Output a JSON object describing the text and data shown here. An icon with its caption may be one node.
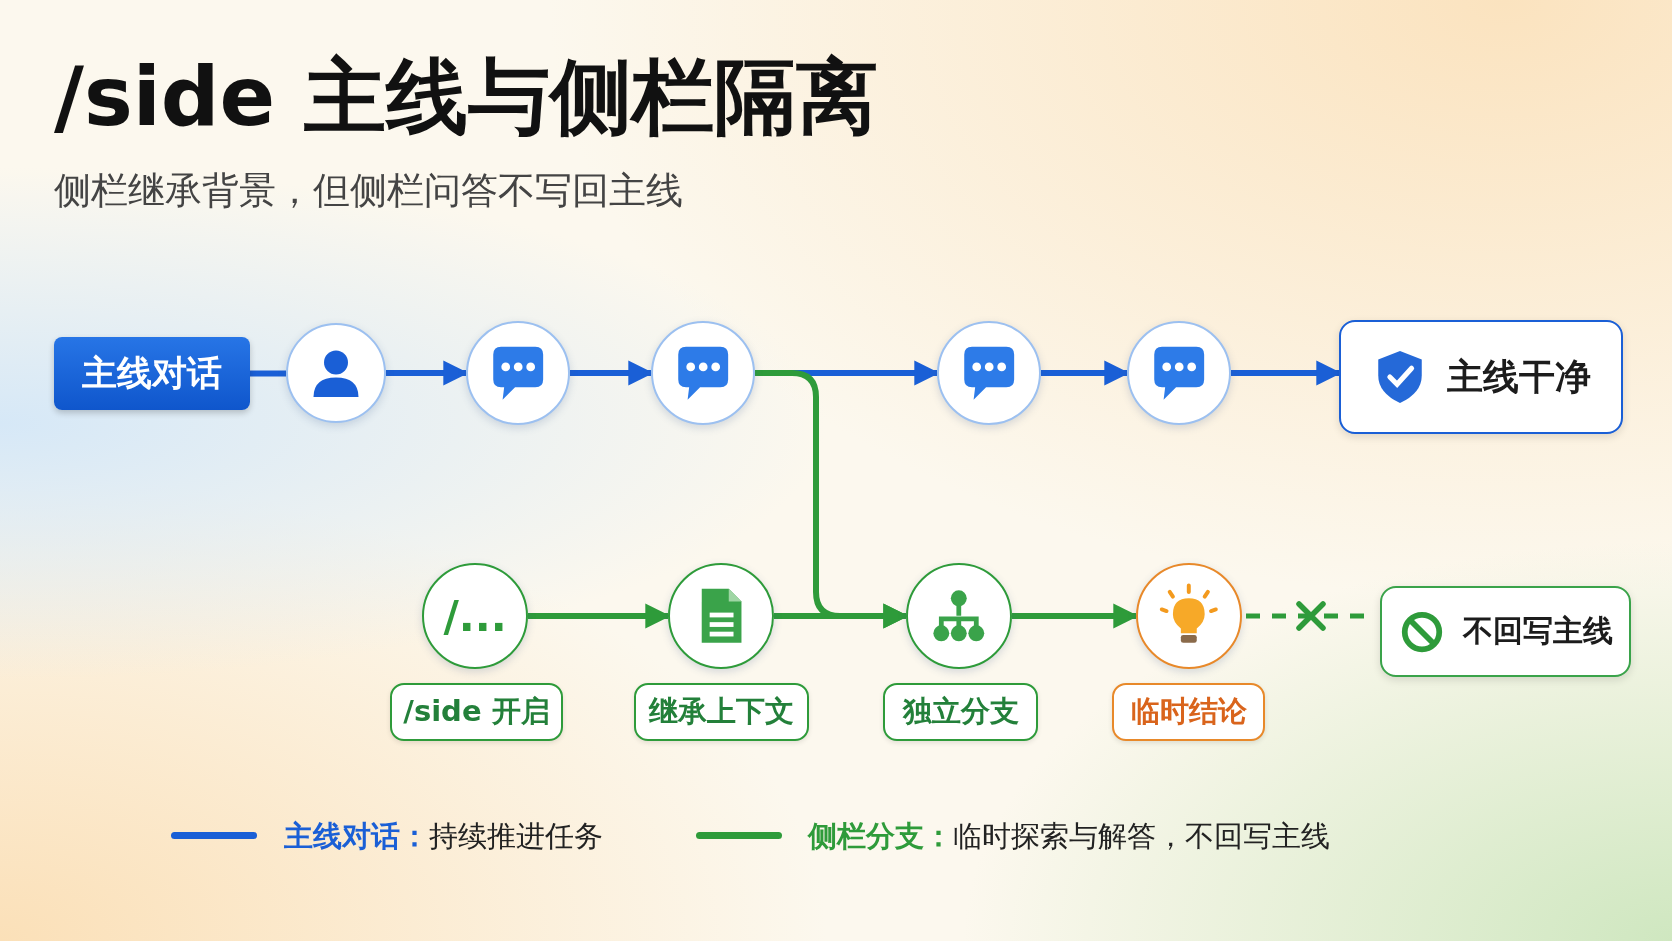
{
  "diagram": {
    "title": "/side 主线与侧栏隔离",
    "nodes": [
      {
        "text": [
          "主线对话"
        ]
      },
      {
        "text": [],
        "shape": "circle"
      },
      {
        "text": [],
        "shape": "circle"
      },
      {
        "text": [],
        "shape": "circle"
      },
      {
        "text": [],
        "shape": "circle"
      },
      {
        "text": [],
        "shape": "circle"
      },
      {
        "text": [
          "主线干净"
        ]
      },
      {
        "text": [
          "/..."
        ]
      },
      {
        "text": [
          "/side 开启"
        ]
      },
      {
        "text": [],
        "shape": "circle"
      },
      {
        "text": [
          "继承上下文"
        ]
      },
      {
        "text": [],
        "shape": "circle"
      },
      {
        "text": [
          "独立分支"
        ]
      },
      {
        "text": [],
        "shape": "circle"
      },
      {
        "text": [
          "临时结论"
        ]
      },
      {
        "text": [
          "不回写主线"
        ]
      }
    ],
    "edges": [
      {
        "from": 0,
        "to": 1,
        "arrow": "none"
      },
      {
        "from": 1,
        "to": 2,
        "arrow": "to"
      },
      {
        "from": 2,
        "to": 3,
        "arrow": "to"
      },
      {
        "from": 3,
        "to": 4,
        "arrow": "to"
      },
      {
        "from": 4,
        "to": 5,
        "arrow": "to"
      },
      {
        "from": 5,
        "to": 6,
        "arrow": "to"
      },
      {
        "from": 3,
        "to": 11,
        "arrow": "to",
        "color": "#2e9b3a"
      },
      {
        "from": 7,
        "to": 9,
        "arrow": "to",
        "color": "#2e9b3a"
      },
      {
        "from": 9,
        "to": 11,
        "arrow": "to",
        "color": "#2e9b3a"
      },
      {
        "from": 11,
        "to": 13,
        "arrow": "to",
        "color": "#2e9b3a"
      },
      {
        "from": 13,
        "to": 15,
        "arrow": "none",
        "style": "dashed",
        "color": "#2e9b3a"
      }
    ],
    "labels": [
      "侧栏继承背景，但侧栏问答不写回主线"
    ],
    "legend": [
      {
        "text": "**主线对话：**持续推进任务"
      },
      {
        "text": "**侧栏分支：**临时探索与解答，不回写主线"
      }
    ]
  }
}
